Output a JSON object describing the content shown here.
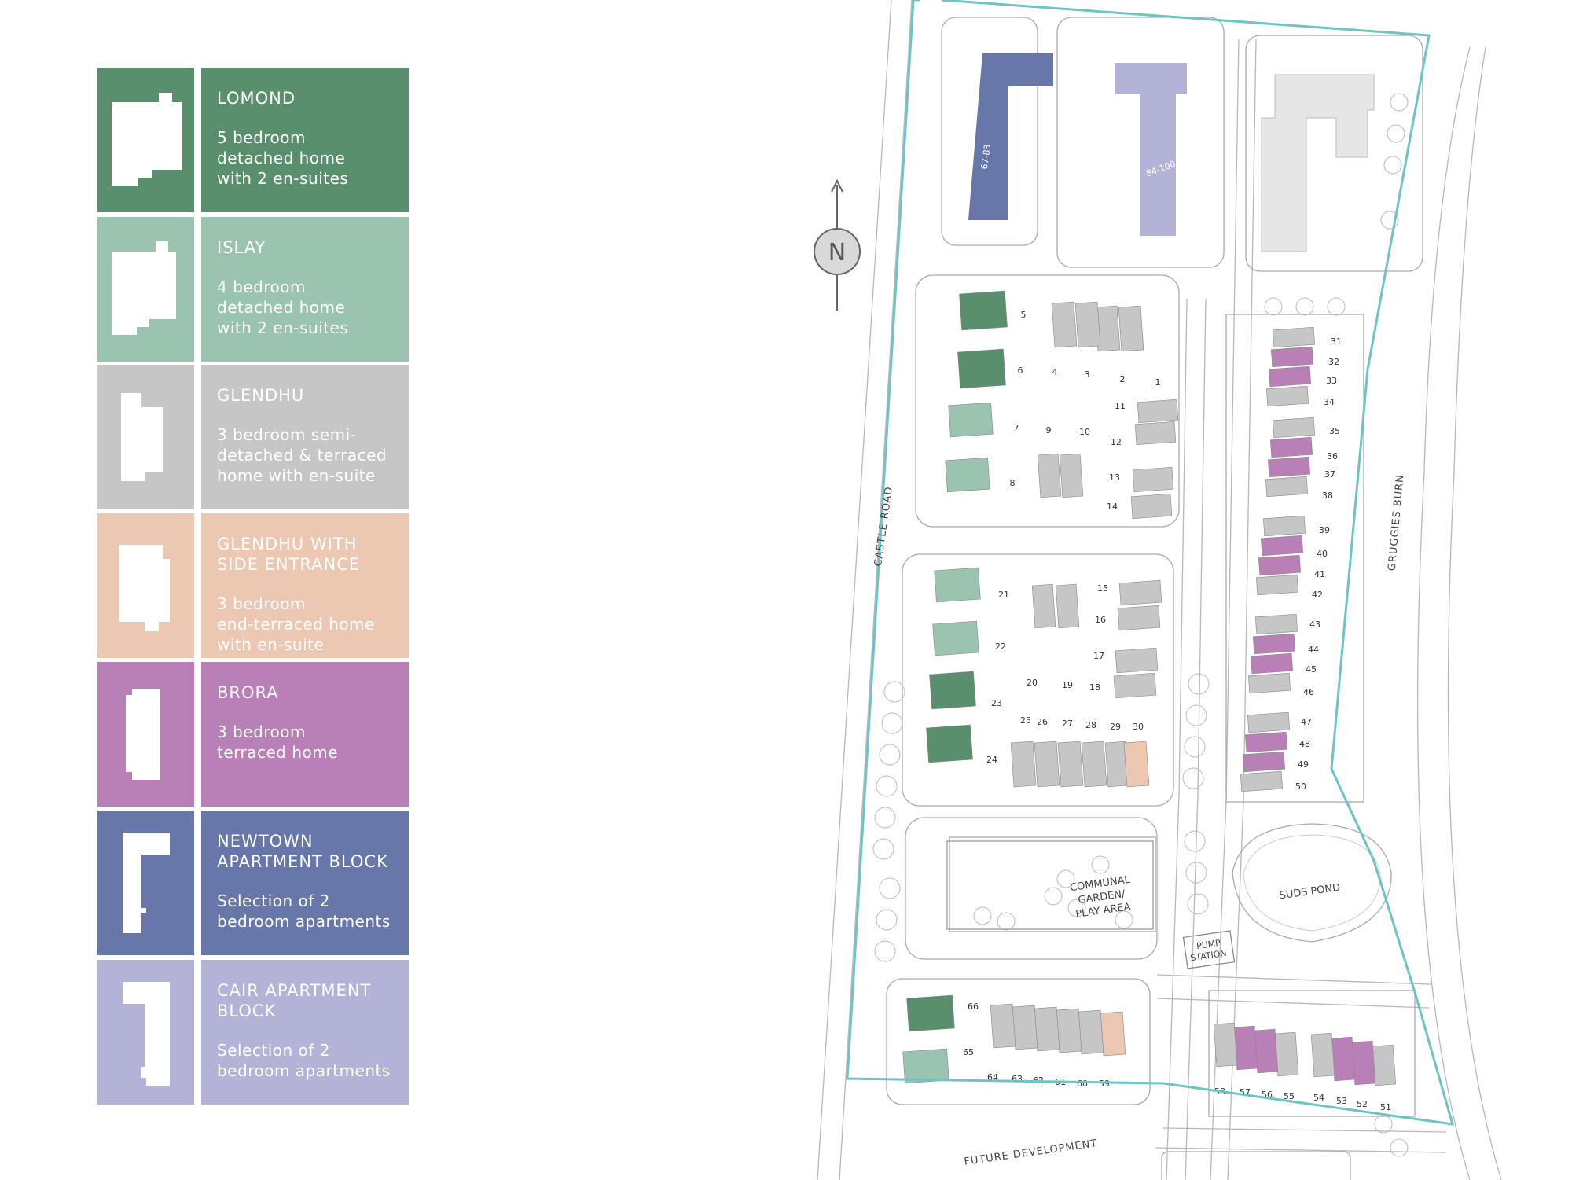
{
  "legend": [
    {
      "title": "LOMOND",
      "desc": "5 bedroom\ndetached home\nwith 2 en-suites",
      "color": "#5a8f6e"
    },
    {
      "title": "ISLAY",
      "desc": "4 bedroom\ndetached home\nwith 2 en-suites",
      "color": "#9bc4b0"
    },
    {
      "title": "GLENDHU",
      "desc": "3 bedroom semi-\ndetached & terraced\nhome with en-suite",
      "color": "#c6c6c6"
    },
    {
      "title": "GLENDHU WITH\nSIDE ENTRANCE",
      "desc": "3 bedroom\nend-terraced home\nwith en-suite",
      "color": "#ecc8b2"
    },
    {
      "title": "BRORA",
      "desc": "3 bedroom\nterraced home",
      "color": "#b97fb7"
    },
    {
      "title": "NEWTOWN\nAPARTMENT BLOCK",
      "desc": "Selection of 2\nbedroom apartments",
      "color": "#6777a9"
    },
    {
      "title": "CAIR APARTMENT\nBLOCK",
      "desc": "Selection of 2\nbedroom apartments",
      "color": "#b3b3d8"
    }
  ],
  "map": {
    "north": "N",
    "roads": {
      "castle_road": "CASTLE ROAD",
      "gruggies_burn": "GRUGGIES BURN",
      "future_development": "FUTURE DEVELOPMENT"
    },
    "areas": {
      "suds_pond": "SUDS POND",
      "pump_station": [
        "PUMP",
        "STATION"
      ],
      "communal": [
        "COMMUNAL",
        "GARDEN/",
        "PLAY AREA"
      ]
    },
    "blocks": {
      "newtown": "67-83",
      "cair": "84-100"
    },
    "colors": {
      "boundary": "#6cc5c4",
      "lomond": "#5a8f6e",
      "islay": "#9bc4b0",
      "glendhu": "#c6c6c6",
      "side_entrance": "#ecc8b2",
      "brora": "#b97fb7",
      "newtown": "#6777a9",
      "cair": "#b3b3d8"
    },
    "plots": [
      {
        "n": "1",
        "t": "glendhu"
      },
      {
        "n": "2",
        "t": "glendhu"
      },
      {
        "n": "3",
        "t": "glendhu"
      },
      {
        "n": "4",
        "t": "glendhu"
      },
      {
        "n": "5",
        "t": "lomond"
      },
      {
        "n": "6",
        "t": "lomond"
      },
      {
        "n": "7",
        "t": "islay"
      },
      {
        "n": "8",
        "t": "islay"
      },
      {
        "n": "9",
        "t": "glendhu"
      },
      {
        "n": "10",
        "t": "glendhu"
      },
      {
        "n": "11",
        "t": "glendhu"
      },
      {
        "n": "12",
        "t": "glendhu"
      },
      {
        "n": "13",
        "t": "glendhu"
      },
      {
        "n": "14",
        "t": "glendhu"
      },
      {
        "n": "15",
        "t": "glendhu"
      },
      {
        "n": "16",
        "t": "glendhu"
      },
      {
        "n": "17",
        "t": "glendhu"
      },
      {
        "n": "18",
        "t": "glendhu"
      },
      {
        "n": "19",
        "t": "glendhu"
      },
      {
        "n": "20",
        "t": "glendhu"
      },
      {
        "n": "21",
        "t": "islay"
      },
      {
        "n": "22",
        "t": "islay"
      },
      {
        "n": "23",
        "t": "lomond"
      },
      {
        "n": "24",
        "t": "lomond"
      },
      {
        "n": "25",
        "t": "glendhu"
      },
      {
        "n": "26",
        "t": "glendhu"
      },
      {
        "n": "27",
        "t": "glendhu"
      },
      {
        "n": "28",
        "t": "glendhu"
      },
      {
        "n": "29",
        "t": "glendhu"
      },
      {
        "n": "30",
        "t": "side_entrance"
      },
      {
        "n": "31",
        "t": "glendhu"
      },
      {
        "n": "32",
        "t": "brora"
      },
      {
        "n": "33",
        "t": "brora"
      },
      {
        "n": "34",
        "t": "glendhu"
      },
      {
        "n": "35",
        "t": "glendhu"
      },
      {
        "n": "36",
        "t": "brora"
      },
      {
        "n": "37",
        "t": "brora"
      },
      {
        "n": "38",
        "t": "glendhu"
      },
      {
        "n": "39",
        "t": "glendhu"
      },
      {
        "n": "40",
        "t": "brora"
      },
      {
        "n": "41",
        "t": "brora"
      },
      {
        "n": "42",
        "t": "glendhu"
      },
      {
        "n": "43",
        "t": "glendhu"
      },
      {
        "n": "44",
        "t": "brora"
      },
      {
        "n": "45",
        "t": "brora"
      },
      {
        "n": "46",
        "t": "glendhu"
      },
      {
        "n": "47",
        "t": "glendhu"
      },
      {
        "n": "48",
        "t": "brora"
      },
      {
        "n": "49",
        "t": "brora"
      },
      {
        "n": "50",
        "t": "glendhu"
      },
      {
        "n": "51",
        "t": "glendhu"
      },
      {
        "n": "52",
        "t": "brora"
      },
      {
        "n": "53",
        "t": "brora"
      },
      {
        "n": "54",
        "t": "glendhu"
      },
      {
        "n": "55",
        "t": "glendhu"
      },
      {
        "n": "56",
        "t": "brora"
      },
      {
        "n": "57",
        "t": "brora"
      },
      {
        "n": "58",
        "t": "glendhu"
      },
      {
        "n": "59",
        "t": "side_entrance"
      },
      {
        "n": "60",
        "t": "glendhu"
      },
      {
        "n": "61",
        "t": "glendhu"
      },
      {
        "n": "62",
        "t": "glendhu"
      },
      {
        "n": "63",
        "t": "glendhu"
      },
      {
        "n": "64",
        "t": "glendhu"
      },
      {
        "n": "65",
        "t": "islay"
      },
      {
        "n": "66",
        "t": "lomond"
      }
    ]
  }
}
